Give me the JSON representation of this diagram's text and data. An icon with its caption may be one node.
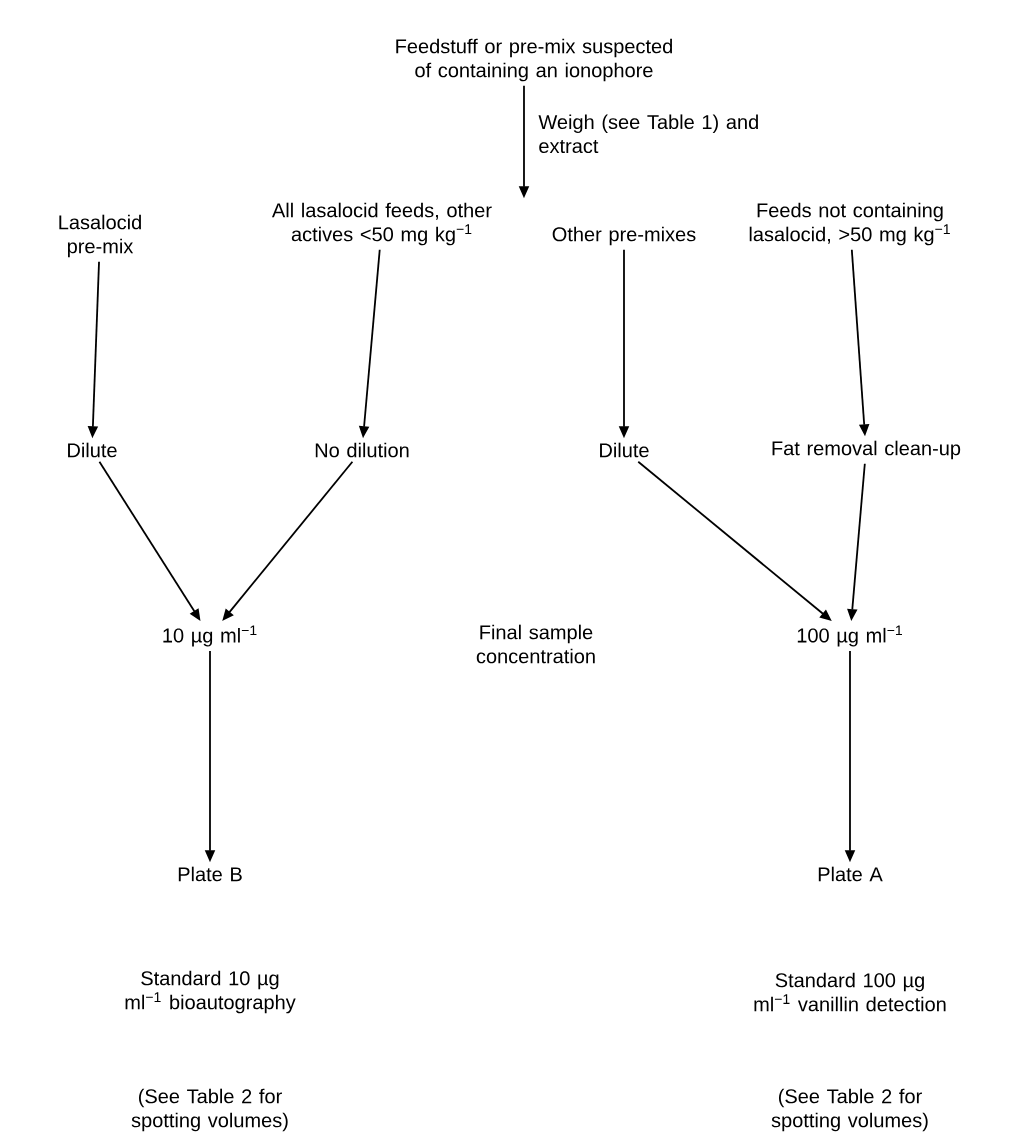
{
  "diagram": {
    "nodes": [
      {
        "text": [
          "Feedstuff or pre-mix suspected of containing an ionophore"
        ]
      },
      {
        "text": [
          "Lasalocid pre-mix"
        ]
      },
      {
        "text": [
          "All lasalocid feeds, other actives <50 mg kg$^{−1}$"
        ]
      },
      {
        "text": [
          "Other pre-mixes"
        ]
      },
      {
        "text": [
          "Feeds not containing lasalocid, >50 mg kg$^{−1}$"
        ]
      },
      {
        "text": [
          "Dilute"
        ]
      },
      {
        "text": [
          "No dilution"
        ]
      },
      {
        "text": [
          "Dilute"
        ]
      },
      {
        "text": [
          "Fat removal clean-up"
        ]
      },
      {
        "text": [
          "10 µg ml$^{−1}$"
        ]
      },
      {
        "text": [
          "100 µg ml$^{−1}$"
        ]
      },
      {
        "text": [
          "Plate B"
        ]
      },
      {
        "text": [
          "Plate A"
        ]
      }
    ],
    "edges": [
      {
        "from": 0,
        "to": 2,
        "arrow": "to",
        "label": "Weigh (see Table 1) and extract"
      },
      {
        "from": 1,
        "to": 5,
        "arrow": "to"
      },
      {
        "from": 2,
        "to": 6,
        "arrow": "to"
      },
      {
        "from": 3,
        "to": 7,
        "arrow": "to"
      },
      {
        "from": 4,
        "to": 8,
        "arrow": "to"
      },
      {
        "from": 5,
        "to": 9,
        "arrow": "to"
      },
      {
        "from": 6,
        "to": 9,
        "arrow": "to"
      },
      {
        "from": 7,
        "to": 10,
        "arrow": "to"
      },
      {
        "from": 8,
        "to": 10,
        "arrow": "to"
      },
      {
        "from": 9,
        "to": 11,
        "arrow": "to"
      },
      {
        "from": 10,
        "to": 12,
        "arrow": "to"
      }
    ],
    "labels": [
      "Final sample concentration",
      "Standard 10 µg ml$^{−1}$ bioautography",
      "Standard 100 µg ml$^{−1}$ vanillin detection",
      "(See Table 2 for spotting volumes)",
      "(See Table 2 for spotting volumes)"
    ]
  }
}
